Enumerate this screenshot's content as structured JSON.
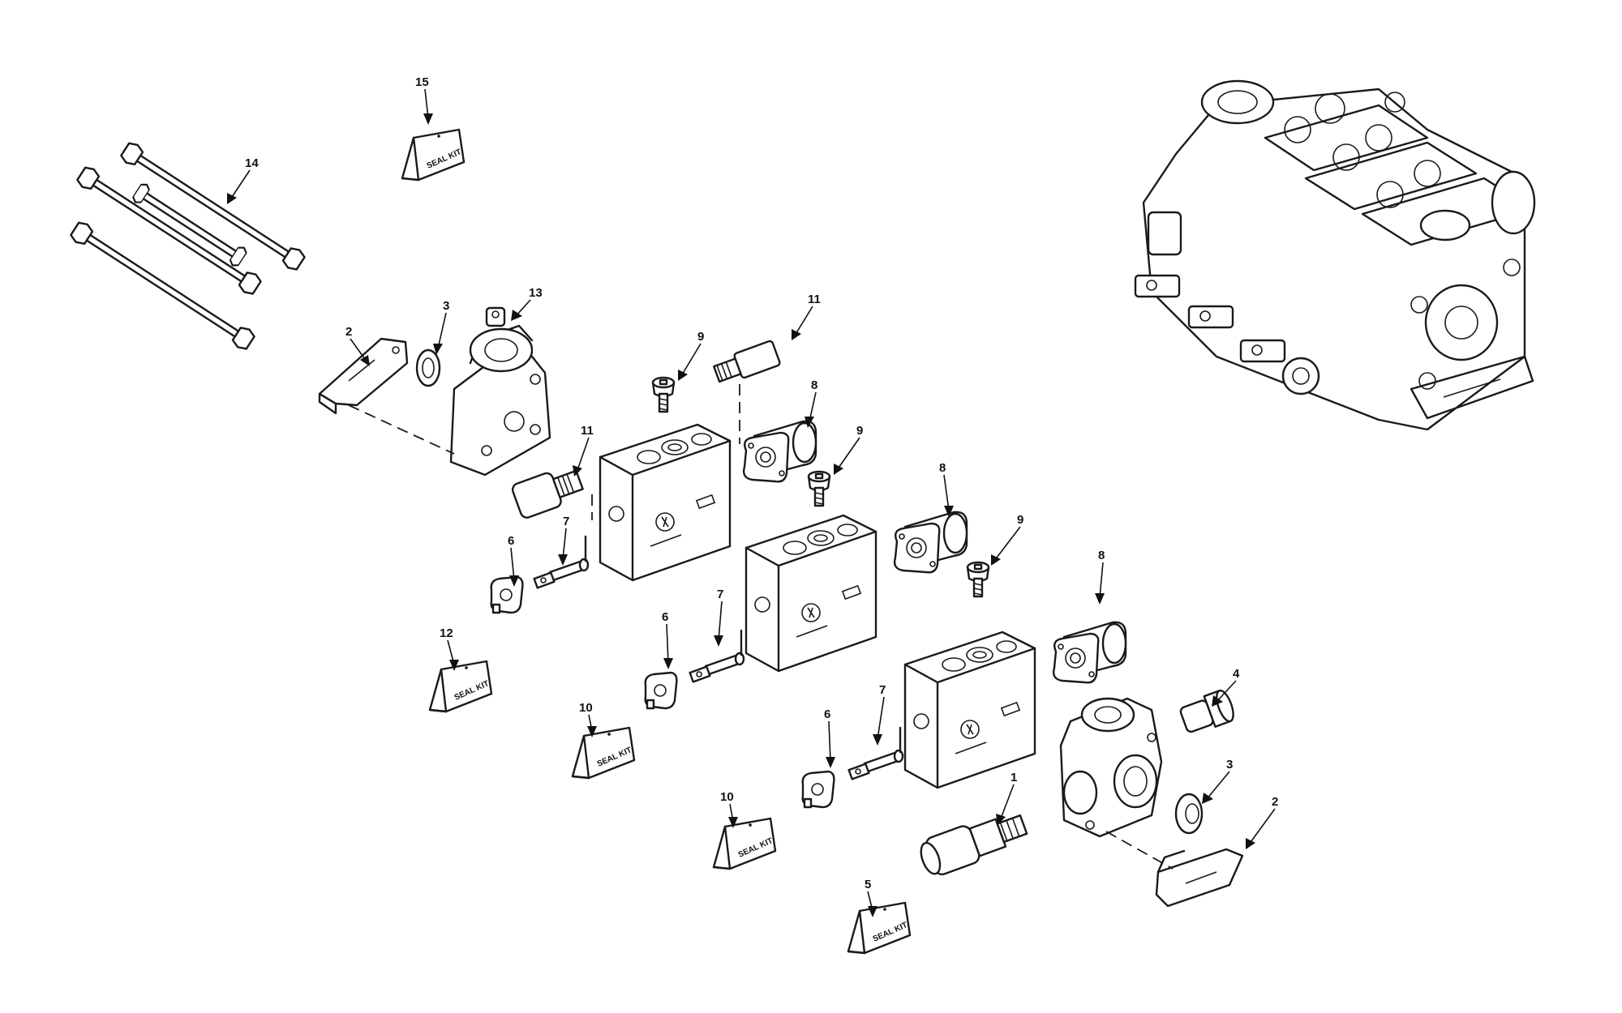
{
  "callouts": [
    {
      "id": "c15",
      "num": "15"
    },
    {
      "id": "c14",
      "num": "14"
    },
    {
      "id": "c13",
      "num": "13"
    },
    {
      "id": "c3a",
      "num": "3"
    },
    {
      "id": "c2a",
      "num": "2"
    },
    {
      "id": "c11a",
      "num": "11"
    },
    {
      "id": "c9a",
      "num": "9"
    },
    {
      "id": "c8a",
      "num": "8"
    },
    {
      "id": "c11b",
      "num": "11"
    },
    {
      "id": "c7a",
      "num": "7"
    },
    {
      "id": "c6a",
      "num": "6"
    },
    {
      "id": "c9b",
      "num": "9"
    },
    {
      "id": "c8b",
      "num": "8"
    },
    {
      "id": "c12",
      "num": "12"
    },
    {
      "id": "c7b",
      "num": "7"
    },
    {
      "id": "c6b",
      "num": "6"
    },
    {
      "id": "c9c",
      "num": "9"
    },
    {
      "id": "c8c",
      "num": "8"
    },
    {
      "id": "c10a",
      "num": "10"
    },
    {
      "id": "c7c",
      "num": "7"
    },
    {
      "id": "c6c",
      "num": "6"
    },
    {
      "id": "c4",
      "num": "4"
    },
    {
      "id": "c1",
      "num": "1"
    },
    {
      "id": "c3b",
      "num": "3"
    },
    {
      "id": "c10b",
      "num": "10"
    },
    {
      "id": "c2b",
      "num": "2"
    },
    {
      "id": "c5",
      "num": "5"
    }
  ],
  "seal_kit_label": "SEAL KIT"
}
